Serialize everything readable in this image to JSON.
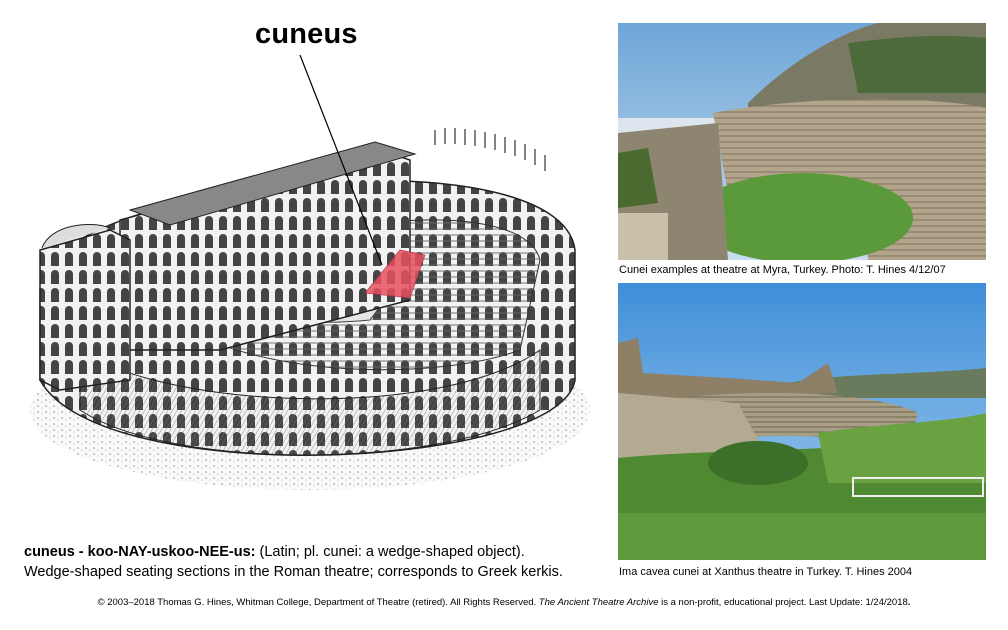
{
  "title": "cuneus",
  "definition": {
    "headword": "cuneus - koo-NAY-uskoo-NEE-us:",
    "etymology": " (Latin; pl. cunei: a wedge-shaped object).",
    "line2": "Wedge-shaped seating sections in the Roman theatre; corresponds to Greek kerkis."
  },
  "photos": [
    {
      "caption": "Cunei examples at theatre at Myra, Turkey. Photo: T. Hines 4/12/07"
    },
    {
      "caption": "Ima cavea cunei at Xanthus theatre in Turkey. T. Hines 2004"
    }
  ],
  "footer": {
    "part1": "© 2003–2018 Thomas G. Hines, Whitman College, Department of Theatre (retired). All Rights Reserved. ",
    "archive": "The Ancient Theatre Archive",
    "part2": " is a non-profit, educational project. Last Update: 1/24/2018",
    "period": "."
  },
  "colors": {
    "highlight": "#e85060",
    "sky": "#7ab4e0",
    "grass": "#4f8a32",
    "stone": "#b9ab92"
  }
}
